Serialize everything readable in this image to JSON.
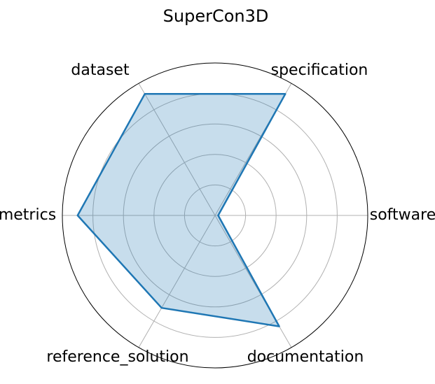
{
  "chart_data": {
    "type": "radar",
    "title": "SuperCon3D",
    "categories": [
      "software",
      "specification",
      "dataset",
      "metrics",
      "reference_solution",
      "documentation"
    ],
    "series": [
      {
        "values": [
          0.1,
          4.6,
          4.6,
          4.5,
          3.5,
          4.2
        ],
        "color": "#1f77b4",
        "fill_color": "#1f77b4",
        "fill_opacity": 0.25
      }
    ],
    "rlim": [
      0,
      5
    ],
    "rgrid": [
      1,
      2,
      3,
      4,
      5
    ],
    "grid": true
  }
}
